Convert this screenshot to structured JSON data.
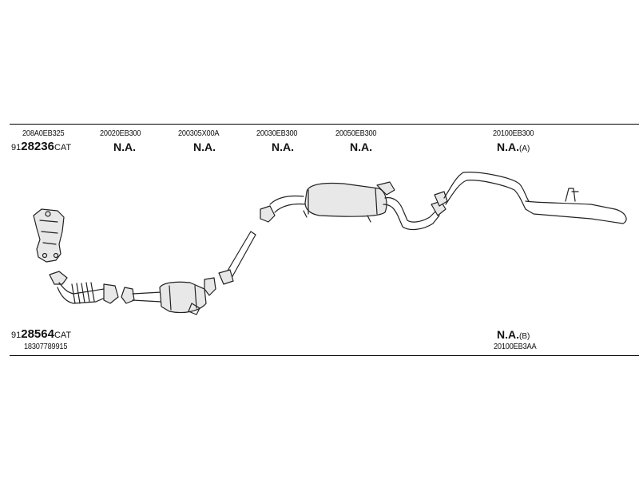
{
  "top_row": {
    "cat_prefix": "91",
    "cat_number": "28236",
    "cat_suffix": "CAT",
    "items": [
      {
        "code": "208A0EB325"
      },
      {
        "code": "20020EB300",
        "status": "N.A."
      },
      {
        "code": "200305X00A",
        "status": "N.A."
      },
      {
        "code": "20030EB300",
        "status": "N.A."
      },
      {
        "code": "20050EB300",
        "status": "N.A."
      },
      {
        "code": "20100EB300",
        "status": "N.A.",
        "variant": "(A)"
      }
    ]
  },
  "bottom_row": {
    "cat_prefix": "91",
    "cat_number": "28564",
    "cat_suffix": "CAT",
    "left_code": "18307789915",
    "right_status": "N.A.",
    "right_variant": "(B)",
    "right_code": "20100EB3AA"
  }
}
